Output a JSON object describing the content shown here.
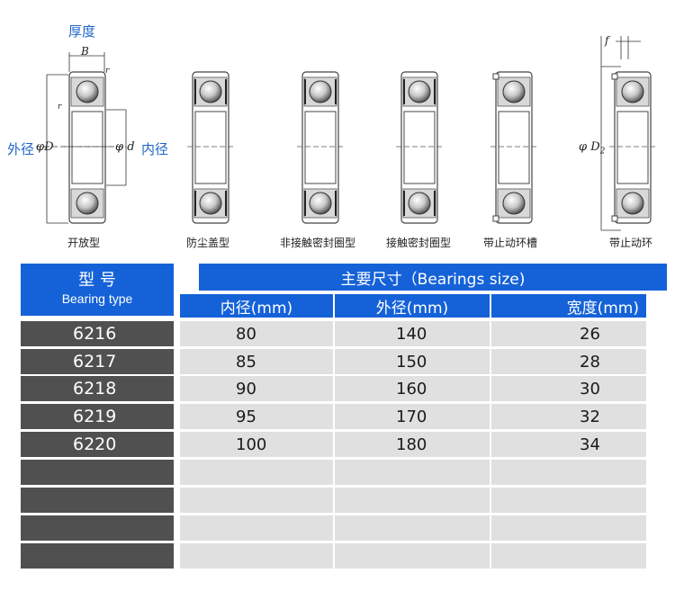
{
  "labels": {
    "thickness": "厚度",
    "outer_diameter": "外径",
    "inner_diameter": "内径",
    "B": "B",
    "phiD": "φD",
    "phid": "φ d",
    "f": "f",
    "phiD2": "φ D",
    "D2_sub": "2",
    "r": "r"
  },
  "captions": [
    "开放型",
    "防尘盖型",
    "非接触密封圈型",
    "接触密封圈型",
    "带止动环槽",
    "带止动环"
  ],
  "table": {
    "type_header": "型 号",
    "type_header_en": "Bearing type",
    "main_header": "主要尺寸（Bearings size)",
    "col_inner": "内径(mm)",
    "col_outer": "外径(mm)",
    "col_width": "宽度(mm)",
    "rows": [
      {
        "model": "6216",
        "inner": "80",
        "outer": "140",
        "width": "26"
      },
      {
        "model": "6217",
        "inner": "85",
        "outer": "150",
        "width": "28"
      },
      {
        "model": "6218",
        "inner": "90",
        "outer": "160",
        "width": "30"
      },
      {
        "model": "6219",
        "inner": "95",
        "outer": "170",
        "width": "32"
      },
      {
        "model": "6220",
        "inner": "100",
        "outer": "180",
        "width": "34"
      },
      {
        "model": "",
        "inner": "",
        "outer": "",
        "width": ""
      },
      {
        "model": "",
        "inner": "",
        "outer": "",
        "width": ""
      },
      {
        "model": "",
        "inner": "",
        "outer": "",
        "width": ""
      },
      {
        "model": "",
        "inner": "",
        "outer": "",
        "width": ""
      }
    ]
  }
}
